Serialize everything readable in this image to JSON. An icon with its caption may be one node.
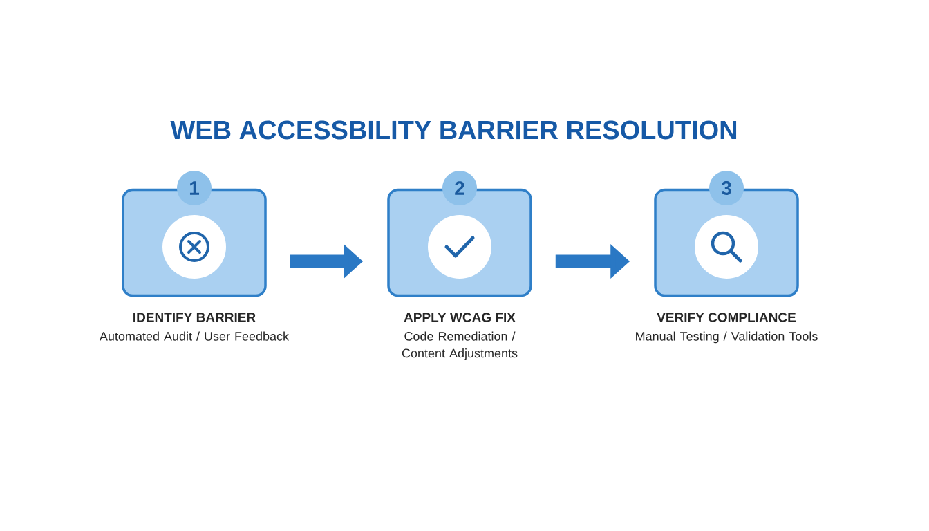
{
  "diagram": {
    "title": "WEB ACCESSBILITY BARRIER RESOLUTION",
    "nodes": [
      {
        "text": [
          "1",
          "IDENTIFY BARRIER",
          "Automated Audit / User Feedback"
        ]
      },
      {
        "text": [
          "2",
          "APPLY WCAG FIX",
          "Code Remediation / Content Adjustments"
        ]
      },
      {
        "text": [
          "3",
          "VERIFY COMPLIANCE",
          "Manual Testing / Validation Tools"
        ]
      }
    ],
    "edges": [
      {
        "from": 0,
        "to": 1,
        "arrow": "to"
      },
      {
        "from": 1,
        "to": 2,
        "arrow": "to"
      }
    ]
  }
}
